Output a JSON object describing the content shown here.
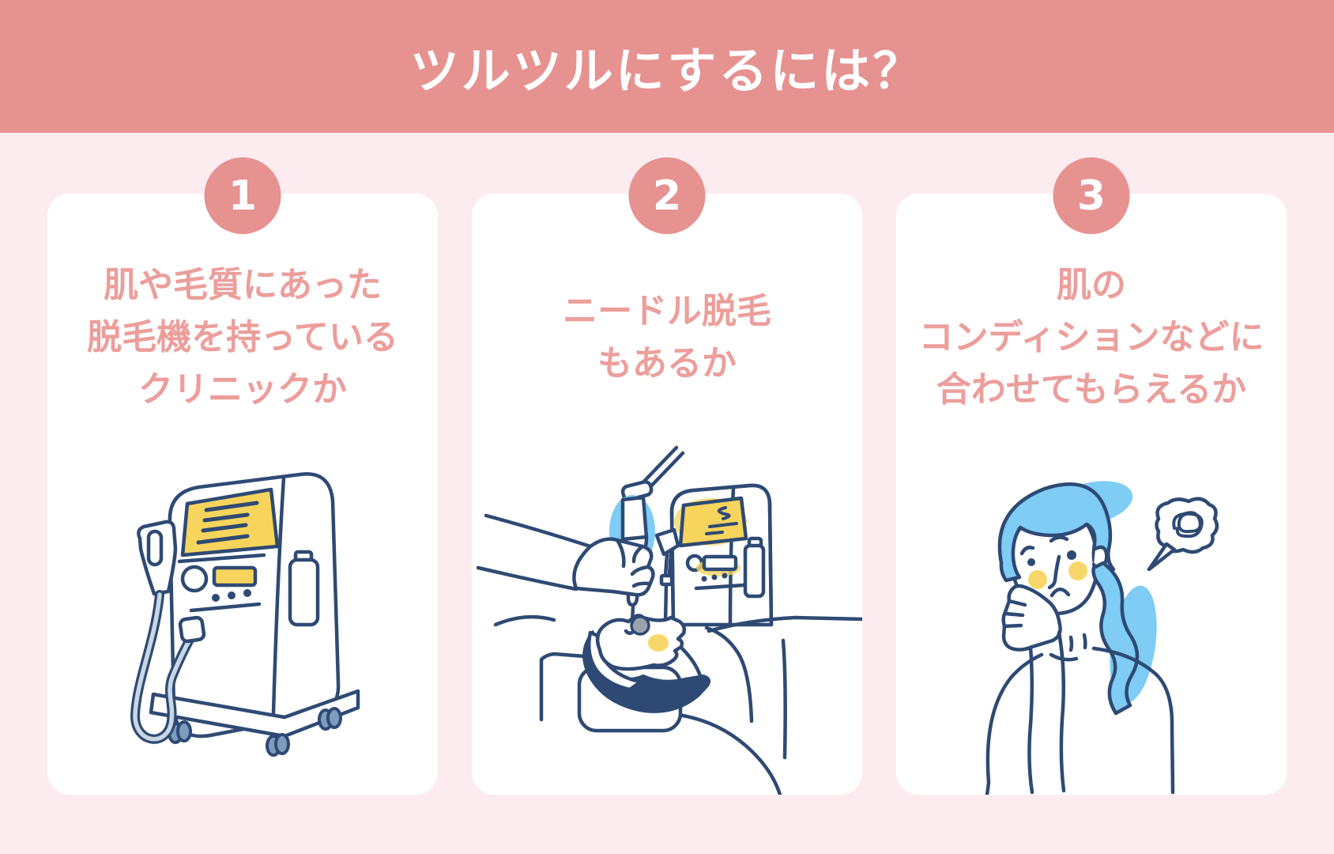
{
  "header": {
    "title": "ツルツルにするには？"
  },
  "cards": [
    {
      "number": "1",
      "lines": [
        "肌や毛質にあった",
        "脱毛機を持っている",
        "クリニックか"
      ],
      "illustration": "laser-hair-removal-machine"
    },
    {
      "number": "2",
      "lines": [
        "ニードル脱毛",
        "もあるか"
      ],
      "illustration": "needle-hair-removal-treatment"
    },
    {
      "number": "3",
      "lines": [
        "肌の",
        "コンディションなどに",
        "合わせてもらえるか"
      ],
      "illustration": "worried-woman-with-tangled-speech-bubble"
    }
  ],
  "colors": {
    "header_bg": "#e59290",
    "page_bg": "#fdecef",
    "card_bg": "#ffffff",
    "accent_text": "#ec9e9b",
    "badge_bg": "#e59290",
    "badge_text": "#ffffff",
    "outline_navy": "#2e4a74",
    "accent_yellow": "#f7d45c",
    "accent_sky_blue": "#7fccf5",
    "steel_blue": "#7e9cbd",
    "gray": "#9aa3ad"
  }
}
